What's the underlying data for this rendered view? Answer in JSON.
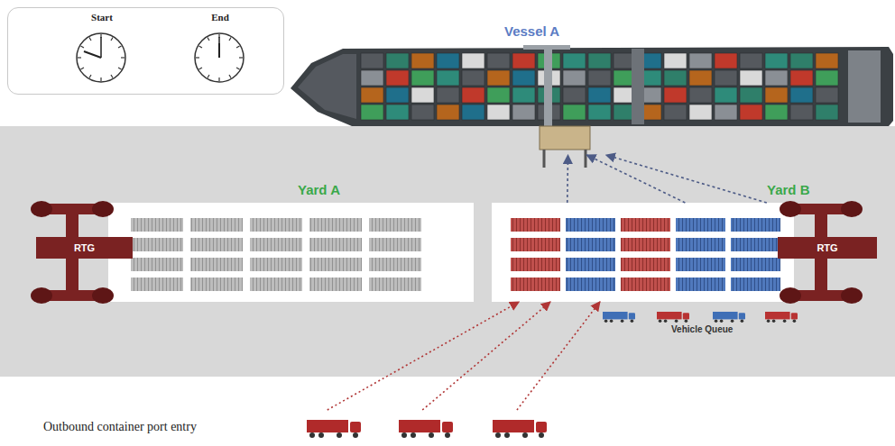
{
  "diagram": {
    "nodes": [
      {
        "text": [
          "Start",
          "End"
        ]
      },
      {
        "text": [
          "Vessel A"
        ]
      },
      {
        "text": [
          "Yard A"
        ]
      },
      {
        "text": [
          "RTG"
        ]
      },
      {
        "text": [
          "Yard B"
        ]
      },
      {
        "text": [
          "RTG"
        ]
      },
      {
        "text": [
          "Outbound container port entry"
        ]
      }
    ],
    "edges": [
      {
        "from": 4,
        "to": 1,
        "arrow": "to"
      },
      {
        "from": 4,
        "to": 1,
        "arrow": "to"
      },
      {
        "from": 4,
        "to": 1,
        "arrow": "to"
      },
      {
        "from": 6,
        "to": 4,
        "arrow": "to"
      },
      {
        "from": 6,
        "to": 4,
        "arrow": "to"
      },
      {
        "from": 6,
        "to": 4,
        "arrow": "to"
      }
    ],
    "labels": [
      "Vehicle Queue"
    ]
  }
}
